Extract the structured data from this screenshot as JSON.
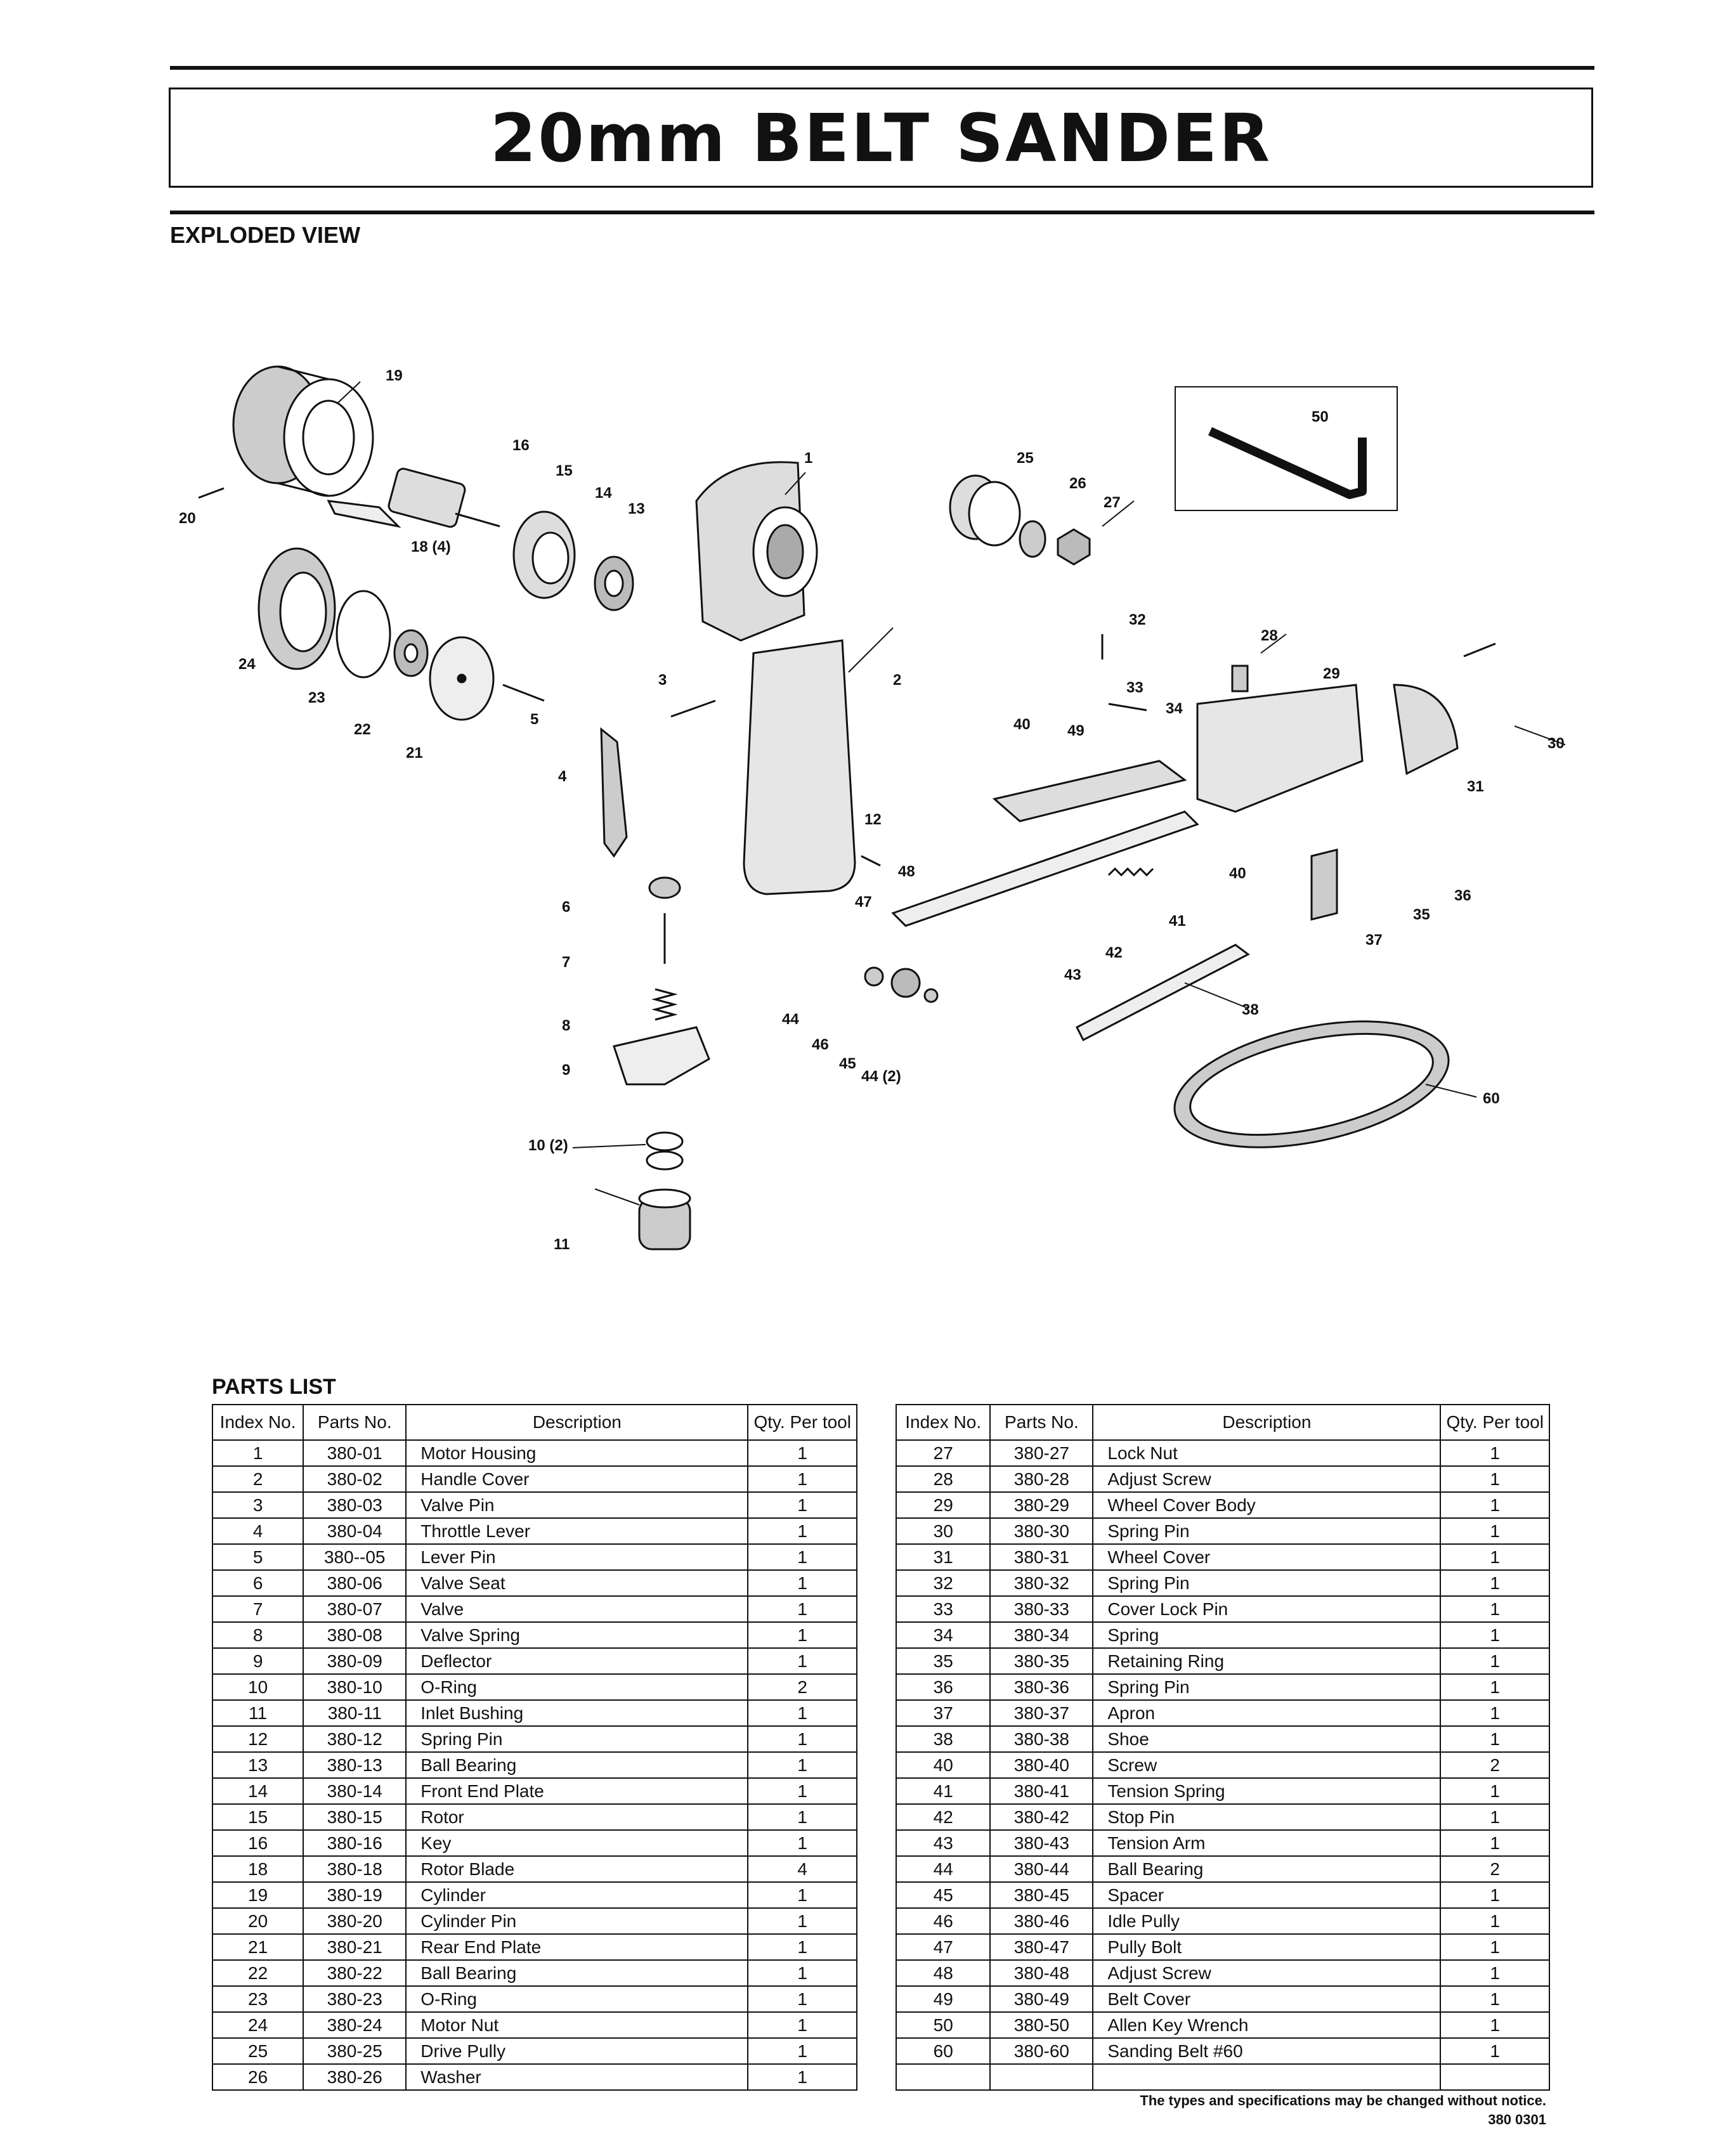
{
  "title": "20mm BELT SANDER",
  "exploded_view_heading": "EXPLODED VIEW",
  "parts_list_heading": "PARTS LIST",
  "table_headers": {
    "index": "Index No.",
    "parts": "Parts No.",
    "description": "Description",
    "qty": "Qty. Per tool"
  },
  "diagram_labels": [
    "1",
    "2",
    "3",
    "4",
    "5",
    "6",
    "7",
    "8",
    "9",
    "10 (2)",
    "11",
    "12",
    "13",
    "14",
    "15",
    "16",
    "18 (4)",
    "19",
    "20",
    "21",
    "22",
    "23",
    "24",
    "25",
    "26",
    "27",
    "28",
    "29",
    "30",
    "31",
    "32",
    "33",
    "34",
    "35",
    "36",
    "37",
    "38",
    "40",
    "40",
    "41",
    "42",
    "43",
    "44",
    "44 (2)",
    "45",
    "46",
    "47",
    "48",
    "49",
    "50",
    "60"
  ],
  "parts_left": [
    {
      "index": "1",
      "part_no": "380-01",
      "description": "Motor Housing",
      "qty": "1"
    },
    {
      "index": "2",
      "part_no": "380-02",
      "description": "Handle Cover",
      "qty": "1"
    },
    {
      "index": "3",
      "part_no": "380-03",
      "description": "Valve Pin",
      "qty": "1"
    },
    {
      "index": "4",
      "part_no": "380-04",
      "description": "Throttle Lever",
      "qty": "1"
    },
    {
      "index": "5",
      "part_no": "380--05",
      "description": "Lever Pin",
      "qty": "1"
    },
    {
      "index": "6",
      "part_no": "380-06",
      "description": "Valve Seat",
      "qty": "1"
    },
    {
      "index": "7",
      "part_no": "380-07",
      "description": "Valve",
      "qty": "1"
    },
    {
      "index": "8",
      "part_no": "380-08",
      "description": "Valve Spring",
      "qty": "1"
    },
    {
      "index": "9",
      "part_no": "380-09",
      "description": "Deflector",
      "qty": "1"
    },
    {
      "index": "10",
      "part_no": "380-10",
      "description": "O-Ring",
      "qty": "2"
    },
    {
      "index": "11",
      "part_no": "380-11",
      "description": "Inlet Bushing",
      "qty": "1"
    },
    {
      "index": "12",
      "part_no": "380-12",
      "description": "Spring Pin",
      "qty": "1"
    },
    {
      "index": "13",
      "part_no": "380-13",
      "description": "Ball Bearing",
      "qty": "1"
    },
    {
      "index": "14",
      "part_no": "380-14",
      "description": "Front End Plate",
      "qty": "1"
    },
    {
      "index": "15",
      "part_no": "380-15",
      "description": "Rotor",
      "qty": "1"
    },
    {
      "index": "16",
      "part_no": "380-16",
      "description": "Key",
      "qty": "1"
    },
    {
      "index": "18",
      "part_no": "380-18",
      "description": "Rotor Blade",
      "qty": "4"
    },
    {
      "index": "19",
      "part_no": "380-19",
      "description": "Cylinder",
      "qty": "1"
    },
    {
      "index": "20",
      "part_no": "380-20",
      "description": "Cylinder Pin",
      "qty": "1"
    },
    {
      "index": "21",
      "part_no": "380-21",
      "description": "Rear End Plate",
      "qty": "1"
    },
    {
      "index": "22",
      "part_no": "380-22",
      "description": "Ball Bearing",
      "qty": "1"
    },
    {
      "index": "23",
      "part_no": "380-23",
      "description": "O-Ring",
      "qty": "1"
    },
    {
      "index": "24",
      "part_no": "380-24",
      "description": "Motor Nut",
      "qty": "1"
    },
    {
      "index": "25",
      "part_no": "380-25",
      "description": "Drive Pully",
      "qty": "1"
    },
    {
      "index": "26",
      "part_no": "380-26",
      "description": "Washer",
      "qty": "1"
    }
  ],
  "parts_right": [
    {
      "index": "27",
      "part_no": "380-27",
      "description": "Lock Nut",
      "qty": "1"
    },
    {
      "index": "28",
      "part_no": "380-28",
      "description": "Adjust Screw",
      "qty": "1"
    },
    {
      "index": "29",
      "part_no": "380-29",
      "description": "Wheel Cover Body",
      "qty": "1"
    },
    {
      "index": "30",
      "part_no": "380-30",
      "description": "Spring Pin",
      "qty": "1"
    },
    {
      "index": "31",
      "part_no": "380-31",
      "description": "Wheel Cover",
      "qty": "1"
    },
    {
      "index": "32",
      "part_no": "380-32",
      "description": "Spring Pin",
      "qty": "1"
    },
    {
      "index": "33",
      "part_no": "380-33",
      "description": "Cover Lock Pin",
      "qty": "1"
    },
    {
      "index": "34",
      "part_no": "380-34",
      "description": "Spring",
      "qty": "1"
    },
    {
      "index": "35",
      "part_no": "380-35",
      "description": "Retaining Ring",
      "qty": "1"
    },
    {
      "index": "36",
      "part_no": "380-36",
      "description": "Spring Pin",
      "qty": "1"
    },
    {
      "index": "37",
      "part_no": "380-37",
      "description": "Apron",
      "qty": "1"
    },
    {
      "index": "38",
      "part_no": "380-38",
      "description": "Shoe",
      "qty": "1"
    },
    {
      "index": "40",
      "part_no": "380-40",
      "description": "Screw",
      "qty": "2"
    },
    {
      "index": "41",
      "part_no": "380-41",
      "description": "Tension Spring",
      "qty": "1"
    },
    {
      "index": "42",
      "part_no": "380-42",
      "description": "Stop Pin",
      "qty": "1"
    },
    {
      "index": "43",
      "part_no": "380-43",
      "description": "Tension Arm",
      "qty": "1"
    },
    {
      "index": "44",
      "part_no": "380-44",
      "description": "Ball Bearing",
      "qty": "2"
    },
    {
      "index": "45",
      "part_no": "380-45",
      "description": "Spacer",
      "qty": "1"
    },
    {
      "index": "46",
      "part_no": "380-46",
      "description": "Idle Pully",
      "qty": "1"
    },
    {
      "index": "47",
      "part_no": "380-47",
      "description": "Pully Bolt",
      "qty": "1"
    },
    {
      "index": "48",
      "part_no": "380-48",
      "description": "Adjust Screw",
      "qty": "1"
    },
    {
      "index": "49",
      "part_no": "380-49",
      "description": "Belt Cover",
      "qty": "1"
    },
    {
      "index": "50",
      "part_no": "380-50",
      "description": "Allen Key Wrench",
      "qty": "1"
    },
    {
      "index": "60",
      "part_no": "380-60",
      "description": "Sanding Belt #60",
      "qty": "1"
    },
    {
      "index": "",
      "part_no": "",
      "description": "",
      "qty": ""
    }
  ],
  "footer_note": "The types and specifications may be changed without notice.",
  "footer_code": "380 0301"
}
